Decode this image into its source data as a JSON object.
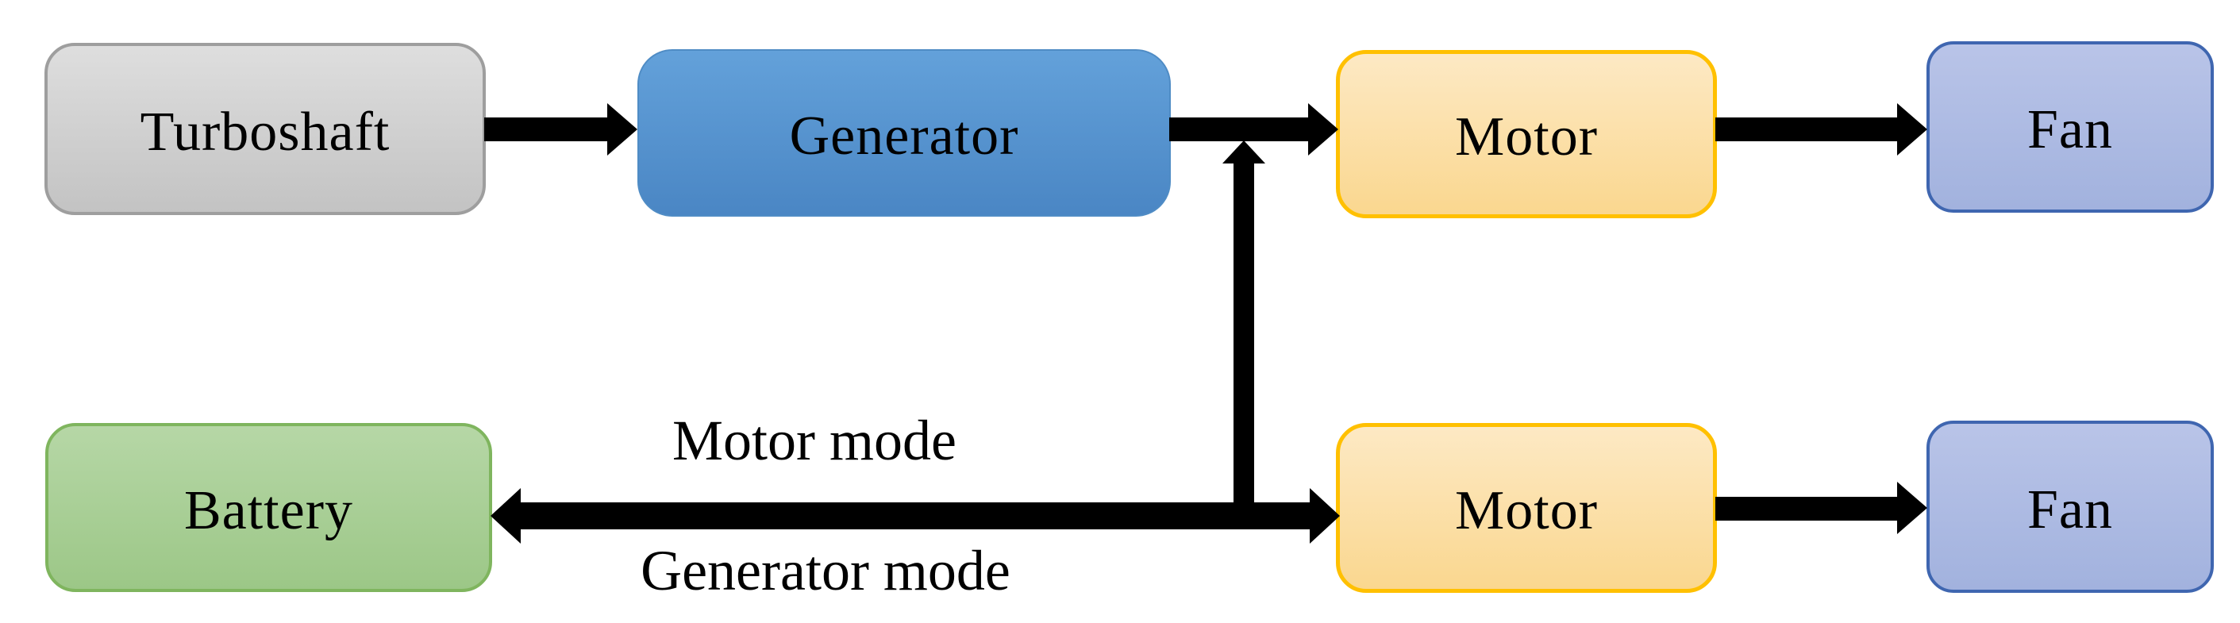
{
  "diagram": {
    "background": "#ffffff",
    "arrow_color": "#000000",
    "text_color": "#000000",
    "nodes": [
      {
        "id": "turboshaft",
        "label": "Turboshaft",
        "fill_top": "#dedede",
        "fill_bottom": "#c3c3c3",
        "border": "#9e9e9e"
      },
      {
        "id": "generator",
        "label": "Generator",
        "fill_top": "#63a1da",
        "fill_bottom": "#4a86c4",
        "border": "#4f8cc5"
      },
      {
        "id": "motor-top",
        "label": "Motor",
        "fill_top": "#fde9c4",
        "fill_bottom": "#fad78f",
        "border": "#ffc000"
      },
      {
        "id": "fan-top",
        "label": "Fan",
        "fill_top": "#b9c4e8",
        "fill_bottom": "#a2b2de",
        "border": "#3f66b0"
      },
      {
        "id": "battery",
        "label": "Battery",
        "fill_top": "#b6d7a6",
        "fill_bottom": "#9cc787",
        "border": "#7fb55e"
      },
      {
        "id": "motor-bottom",
        "label": "Motor",
        "fill_top": "#fde9c4",
        "fill_bottom": "#fad78f",
        "border": "#ffc000"
      },
      {
        "id": "fan-bottom",
        "label": "Fan",
        "fill_top": "#b9c4e8",
        "fill_bottom": "#a2b2de",
        "border": "#3f66b0"
      }
    ],
    "edge_labels": {
      "motor_mode": "Motor mode",
      "generator_mode": "Generator mode"
    },
    "connections": [
      {
        "from": "Turboshaft",
        "to": "Generator",
        "type": "arrow"
      },
      {
        "from": "Generator",
        "to": "Motor (top)",
        "type": "arrow"
      },
      {
        "from": "Motor (top)",
        "to": "Fan (top)",
        "type": "arrow"
      },
      {
        "from": "Battery",
        "to": "Motor (bottom)",
        "type": "double-arrow",
        "label_above": "Motor mode",
        "label_below": "Generator mode"
      },
      {
        "from": "Battery bus",
        "to": "Generator-Motor line",
        "type": "arrow-up"
      },
      {
        "from": "Motor (bottom)",
        "to": "Fan (bottom)",
        "type": "arrow"
      }
    ]
  }
}
